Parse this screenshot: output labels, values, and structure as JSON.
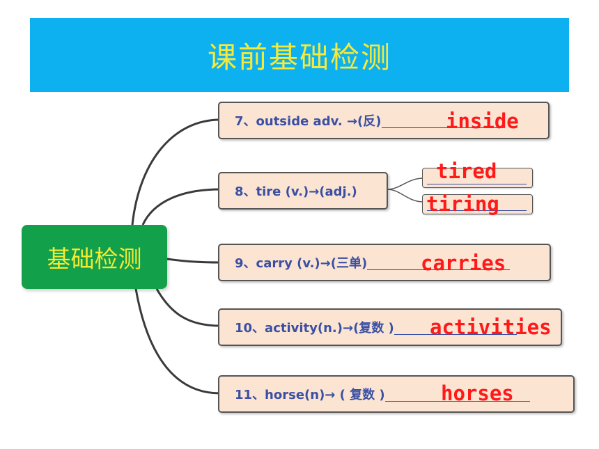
{
  "banner": {
    "title": "课前基础检测"
  },
  "root": {
    "label": "基础检测"
  },
  "items": [
    {
      "prompt": "7、outside adv. →(反)",
      "answer": "inside"
    },
    {
      "prompt": "8、tire (v.)→(adj.)",
      "answers": [
        "tired",
        "tiring"
      ]
    },
    {
      "prompt": "9、carry (v.)→(三单)",
      "answer": "carries"
    },
    {
      "prompt": "10、activity(n.)→(复数 )",
      "answer": "activities"
    },
    {
      "prompt": "11、horse(n)→ ( 复数 )",
      "answer": "horses"
    }
  ],
  "colors": {
    "banner_bg": "#0db1ef",
    "banner_text": "#f5ea3c",
    "root_bg": "#13a04a",
    "root_text": "#f3ea34",
    "node_bg": "#fbe4d2",
    "prompt_text": "#3a4fa3",
    "answer_text": "#ff1a1a"
  }
}
